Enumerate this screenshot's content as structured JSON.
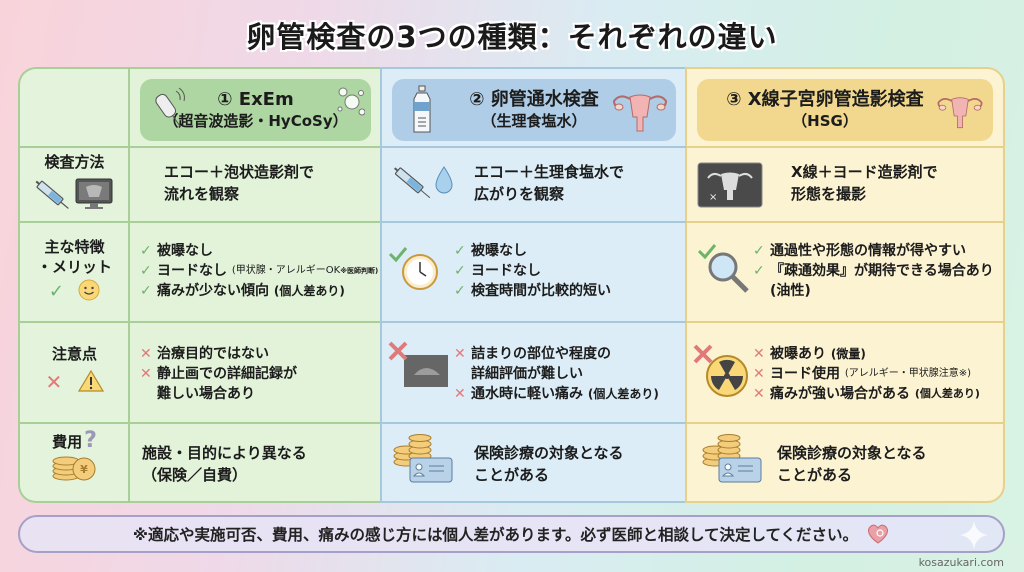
{
  "title": "卵管検査の3つの種類：それぞれの違い",
  "columns": [
    {
      "title": "① ExEm",
      "subtitle": "（超音波造影・HyCoSy）",
      "color": "#aed6a2",
      "icons": [
        "ultrasound-probe-icon",
        "bubbles-icon"
      ]
    },
    {
      "title": "② 卵管通水検査",
      "subtitle": "（生理食塩水）",
      "color": "#afcde6",
      "icons": [
        "water-bottle-icon",
        "uterus-icon"
      ]
    },
    {
      "title": "③ X線子宮卵管造影検査",
      "subtitle": "（HSG）",
      "color": "#f1d88e",
      "icons": [
        "uterus-icon"
      ]
    }
  ],
  "rows": {
    "method": {
      "label": "検査方法",
      "cells": [
        [
          "エコー＋泡状造影剤で",
          "流れを観察"
        ],
        [
          "エコー＋生理食塩水で",
          "広がりを観察"
        ],
        [
          "X線＋ヨード造影剤で",
          "形態を撮影"
        ]
      ]
    },
    "merits": {
      "label_line1": "主な特徴",
      "label_line2": "・メリット",
      "cells": [
        [
          {
            "text": "被曝なし",
            "note": ""
          },
          {
            "text": "ヨードなし",
            "note": "(甲状腺・アレルギーOK",
            "note2": "※医師判断)"
          },
          {
            "text": "痛みが少ない傾向",
            "note": "(個人差あり)"
          }
        ],
        [
          {
            "text": "被曝なし",
            "note": ""
          },
          {
            "text": "ヨードなし",
            "note": ""
          },
          {
            "text": "検査時間が比較的短い",
            "note": ""
          }
        ],
        [
          {
            "text": "通過性や形態の情報が得やすい",
            "note": ""
          },
          {
            "text": "『疎通効果』が期待できる場合あり",
            "note": ""
          },
          {
            "text": "(油性)",
            "note": ""
          }
        ]
      ]
    },
    "cautions": {
      "label": "注意点",
      "cells": [
        [
          {
            "text": "治療目的ではない",
            "note": ""
          },
          {
            "text": "静止画での詳細記録が",
            "note": ""
          },
          {
            "text": "難しい場合あり",
            "note": ""
          }
        ],
        [
          {
            "text": "詰まりの部位や程度の",
            "note": ""
          },
          {
            "text": "詳細評価が難しい",
            "note": ""
          },
          {
            "text": "通水時に軽い痛み",
            "note": "(個人差あり)"
          }
        ],
        [
          {
            "text": "被曝あり",
            "note": "(微量)"
          },
          {
            "text": "ヨード使用",
            "note": "(アレルギー・甲状腺注意※)"
          },
          {
            "text": "痛みが強い場合がある",
            "note": "(個人差あり)"
          }
        ]
      ]
    },
    "cost": {
      "label": "費用",
      "cells": [
        [
          "施設・目的により異なる",
          "（保険／自費）"
        ],
        [
          "保険診療の対象となる",
          "ことがある"
        ],
        [
          "保険診療の対象となる",
          "ことがある"
        ]
      ]
    }
  },
  "symbols": {
    "check": "✓",
    "cross": "✕"
  },
  "colors": {
    "check": "#6db36a",
    "cross": "#e07a7a",
    "green_col": "#e2f3d9",
    "blue_col": "#dcedf7",
    "yellow_col": "#fcf3d2"
  },
  "footer": {
    "note": "※適応や実施可否、費用、痛みの感じ方には個人差があります。必ず医師と相談して決定してください。"
  },
  "credit": "kosazukari.com"
}
